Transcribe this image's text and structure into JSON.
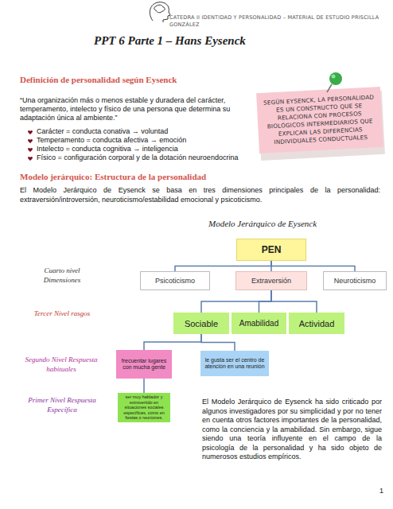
{
  "diagram": {
    "title": "PPT 6 Parte 1 – Hans Eysenck",
    "nodes": [
      {
        "text": [
          "SEGÚN EYSENCK, LA PERSONALIDAD ES UN CONSTRUCTO QUE SE RELACIONA CON PROCESOS BIOLÓGICOS INTERMEDIARIOS QUE EXPLICAN LAS DIFERENCIAS INDIVIDUALES CONDUCTUALES"
        ]
      },
      {
        "text": [
          "PEN"
        ]
      },
      {
        "text": [
          "Psicoticismo"
        ]
      },
      {
        "text": [
          "Extraversión"
        ]
      },
      {
        "text": [
          "Neuroticismo"
        ]
      },
      {
        "text": [
          "Sociable"
        ]
      },
      {
        "text": [
          "Amabilidad"
        ]
      },
      {
        "text": [
          "Actividad"
        ]
      },
      {
        "text": [
          "frecuentar lugares con mucha gente"
        ]
      },
      {
        "text": [
          "le gusta ser el centro de atención en una reunión"
        ]
      },
      {
        "text": [
          "ser muy hablador y extrovertido en situaciones sociales específicas, como en fiestas o reuniones."
        ]
      }
    ],
    "edges": [
      {
        "from": 1,
        "to": 2,
        "arrow": "none"
      },
      {
        "from": 1,
        "to": 3,
        "arrow": "none"
      },
      {
        "from": 1,
        "to": 4,
        "arrow": "none"
      },
      {
        "from": 3,
        "to": 5,
        "arrow": "none"
      },
      {
        "from": 3,
        "to": 6,
        "arrow": "none"
      },
      {
        "from": 3,
        "to": 7,
        "arrow": "none"
      },
      {
        "from": 5,
        "to": 8,
        "arrow": "none"
      },
      {
        "from": 5,
        "to": 9,
        "arrow": "none"
      },
      {
        "from": 8,
        "to": 10,
        "arrow": "none"
      }
    ],
    "labels": [
      "CATEDRA II IDENTIDAD Y PERSONALIDAD – MATERIAL DE ESTUDIO PRISCILLA GONZÁLEZ",
      "Definición de personalidad según Eysenck",
      "“Una organización más o menos estable y duradera del carácter, temperamento, intelecto y físico de una persona que determina su adaptación única al ambiente.”",
      "Carácter = conducta conativa → voluntad",
      "Temperamento = conducta afectiva → emoción",
      "Intelecto = conducta cognitiva → inteligencia",
      "Físico = configuración corporal y de la dotación neuroendocrina",
      "Modelo jerárquico: Estructura de la personalidad",
      "El Modelo Jerárquico de Eysenck se basa en tres dimensiones principales de la personalidad: extraversión/introversión, neuroticismo/estabilidad emocional y psicoticismo.",
      "Modelo Jerárquico de Eysenck",
      "Cuarto nivel Dimensiones",
      "Tercer Nivel rasgos",
      "Segundo Nivel Respuesta habituales",
      "Primer Nivel Respuesta Específica",
      "El Modelo Jerárquico de Eysenck ha sido criticado por algunos investigadores por su simplicidad y por no tener en cuenta otros factores importantes de la personalidad, como la conciencia y la amabilidad. Sin embargo, sigue siendo una teoría influyente en el campo de la psicología de la personalidad y ha sido objeto de numerosos estudios empíricos.",
      "1"
    ]
  }
}
